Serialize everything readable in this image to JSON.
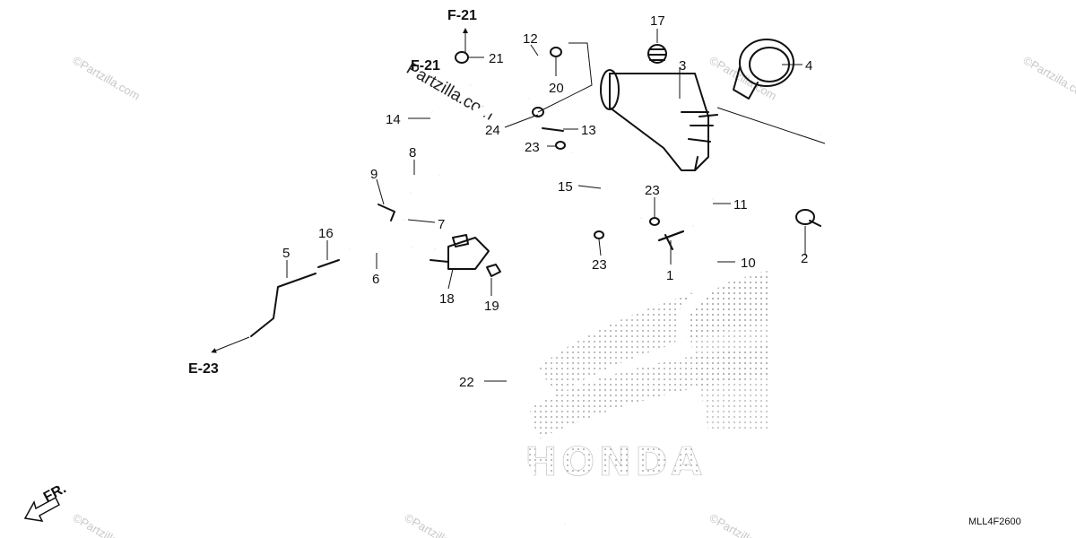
{
  "diagram": {
    "callouts": [
      "1",
      "2",
      "3",
      "4",
      "5",
      "6",
      "7",
      "8",
      "9",
      "10",
      "11",
      "12",
      "13",
      "14",
      "15",
      "16",
      "17",
      "18",
      "19",
      "20",
      "21",
      "22",
      "23",
      "23",
      "23",
      "24"
    ],
    "refs": {
      "f21_top": "F-21",
      "f21_mid": "F-21",
      "e23": "E-23",
      "front": "FR."
    },
    "diagram_code": "MLL4F2600",
    "watermark": {
      "main": "Partzilla.com",
      "tile": "©Partzilla.com"
    },
    "brand_mark": {
      "text": "HONDA",
      "icon": "honda-wing-logo"
    }
  },
  "colors": {
    "line": "#111111",
    "watermark": "#c8c8c8",
    "background": "#ffffff"
  }
}
